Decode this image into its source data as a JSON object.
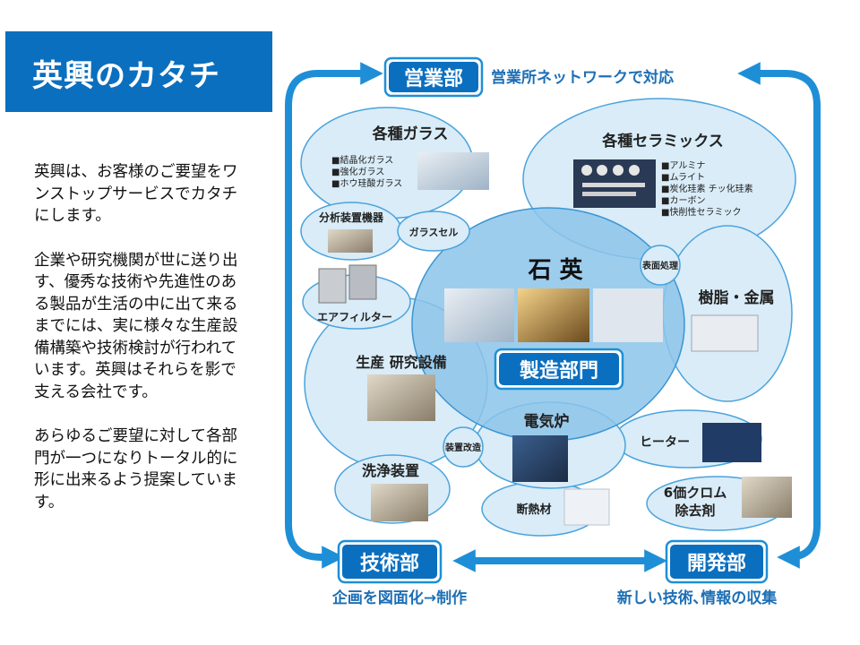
{
  "title": "英興のカタチ",
  "intro": [
    "英興は、お客様のご要望をワンストップサービスでカタチにします。",
    "企業や研究機関が世に送り出す、優秀な技術や先進性のある製品が生活の中に出て来るまでには、実に様々な生産設備構築や技術検討が行われています。英興はそれらを影で支える会社です。",
    "あらゆるご要望に対して各部門が一つになりトータル的に形に出来るよう提案しています。"
  ],
  "departments": {
    "sales": {
      "label": "営業部",
      "caption": "営業所ネットワークで対応"
    },
    "engineering": {
      "label": "技術部",
      "caption": "企画を図面化→制作"
    },
    "development": {
      "label": "開発部",
      "caption": "新しい技術､情報の収集"
    },
    "manufacturing": {
      "label": "製造部門"
    }
  },
  "categories": {
    "glass": {
      "label": "各種ガラス",
      "items": [
        "■結晶化ガラス",
        "■強化ガラス",
        "■ホウ珪酸ガラス"
      ]
    },
    "ceramics": {
      "label": "各種セラミックス",
      "items": [
        "■アルミナ",
        "■ムライト",
        "■炭化珪素  チッ化珪素",
        "■カーボン",
        "■快削性セラミック"
      ]
    },
    "analysis": {
      "label": "分析装置機器"
    },
    "glass_cell": {
      "label": "ガラスセル"
    },
    "air_filter": {
      "label": "エアフィルター"
    },
    "quartz": {
      "label": "石 英"
    },
    "surface": {
      "label": "表面処理"
    },
    "resin_metal": {
      "label": "樹脂・金属"
    },
    "production": {
      "label": "生産 研究設備"
    },
    "equipment_mod": {
      "label": "装置改造"
    },
    "furnace": {
      "label": "電気炉"
    },
    "heater": {
      "label": "ヒーター"
    },
    "cleaning": {
      "label": "洗浄装置"
    },
    "insulation": {
      "label": "断熱材"
    },
    "chromium": {
      "label": "6価クロム",
      "label2": "除去剤"
    }
  },
  "colors": {
    "accent": "#0b6fbf",
    "arrow": "#1e8fd6",
    "ellipse_fill": "#d9ecf8",
    "ellipse_stroke": "#4aa3dc",
    "quartz_fill": "#8cc4ea"
  }
}
